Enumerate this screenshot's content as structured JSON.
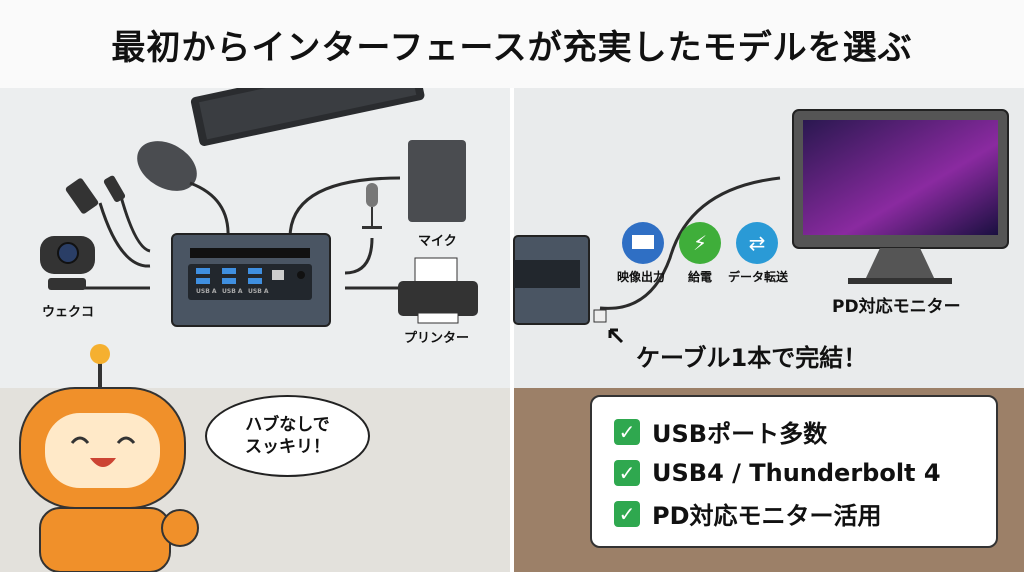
{
  "title": "最初からインターフェースが充実したモデルを選ぶ",
  "left_panel": {
    "device_labels": {
      "webcam": "ウェクコ",
      "mic": "マイク",
      "printer": "プリンター"
    },
    "port_labels": [
      "USB A",
      "USB A",
      "USB A"
    ],
    "speech_bubble": {
      "line1": "ハブなしで",
      "line2": "スッキリ！"
    }
  },
  "right_panel": {
    "features": [
      {
        "icon": "monitor-icon",
        "label": "映像出力",
        "color": "#2f6fc4"
      },
      {
        "icon": "battery-charge-icon",
        "label": "給電",
        "color": "#3fae3a"
      },
      {
        "icon": "transfer-arrows-icon",
        "label": "データ転送",
        "color": "#2a9ad6"
      }
    ],
    "monitor_label": "PD対応モニター",
    "cable_caption": "ケーブル1本で完結！"
  },
  "checklist": [
    "USBポート多数",
    "USB4 / Thunderbolt 4",
    "PD対応モニター活用"
  ],
  "colors": {
    "check_green": "#2fa84f",
    "pc_body": "#4a5563",
    "robot_orange": "#f0902a"
  }
}
